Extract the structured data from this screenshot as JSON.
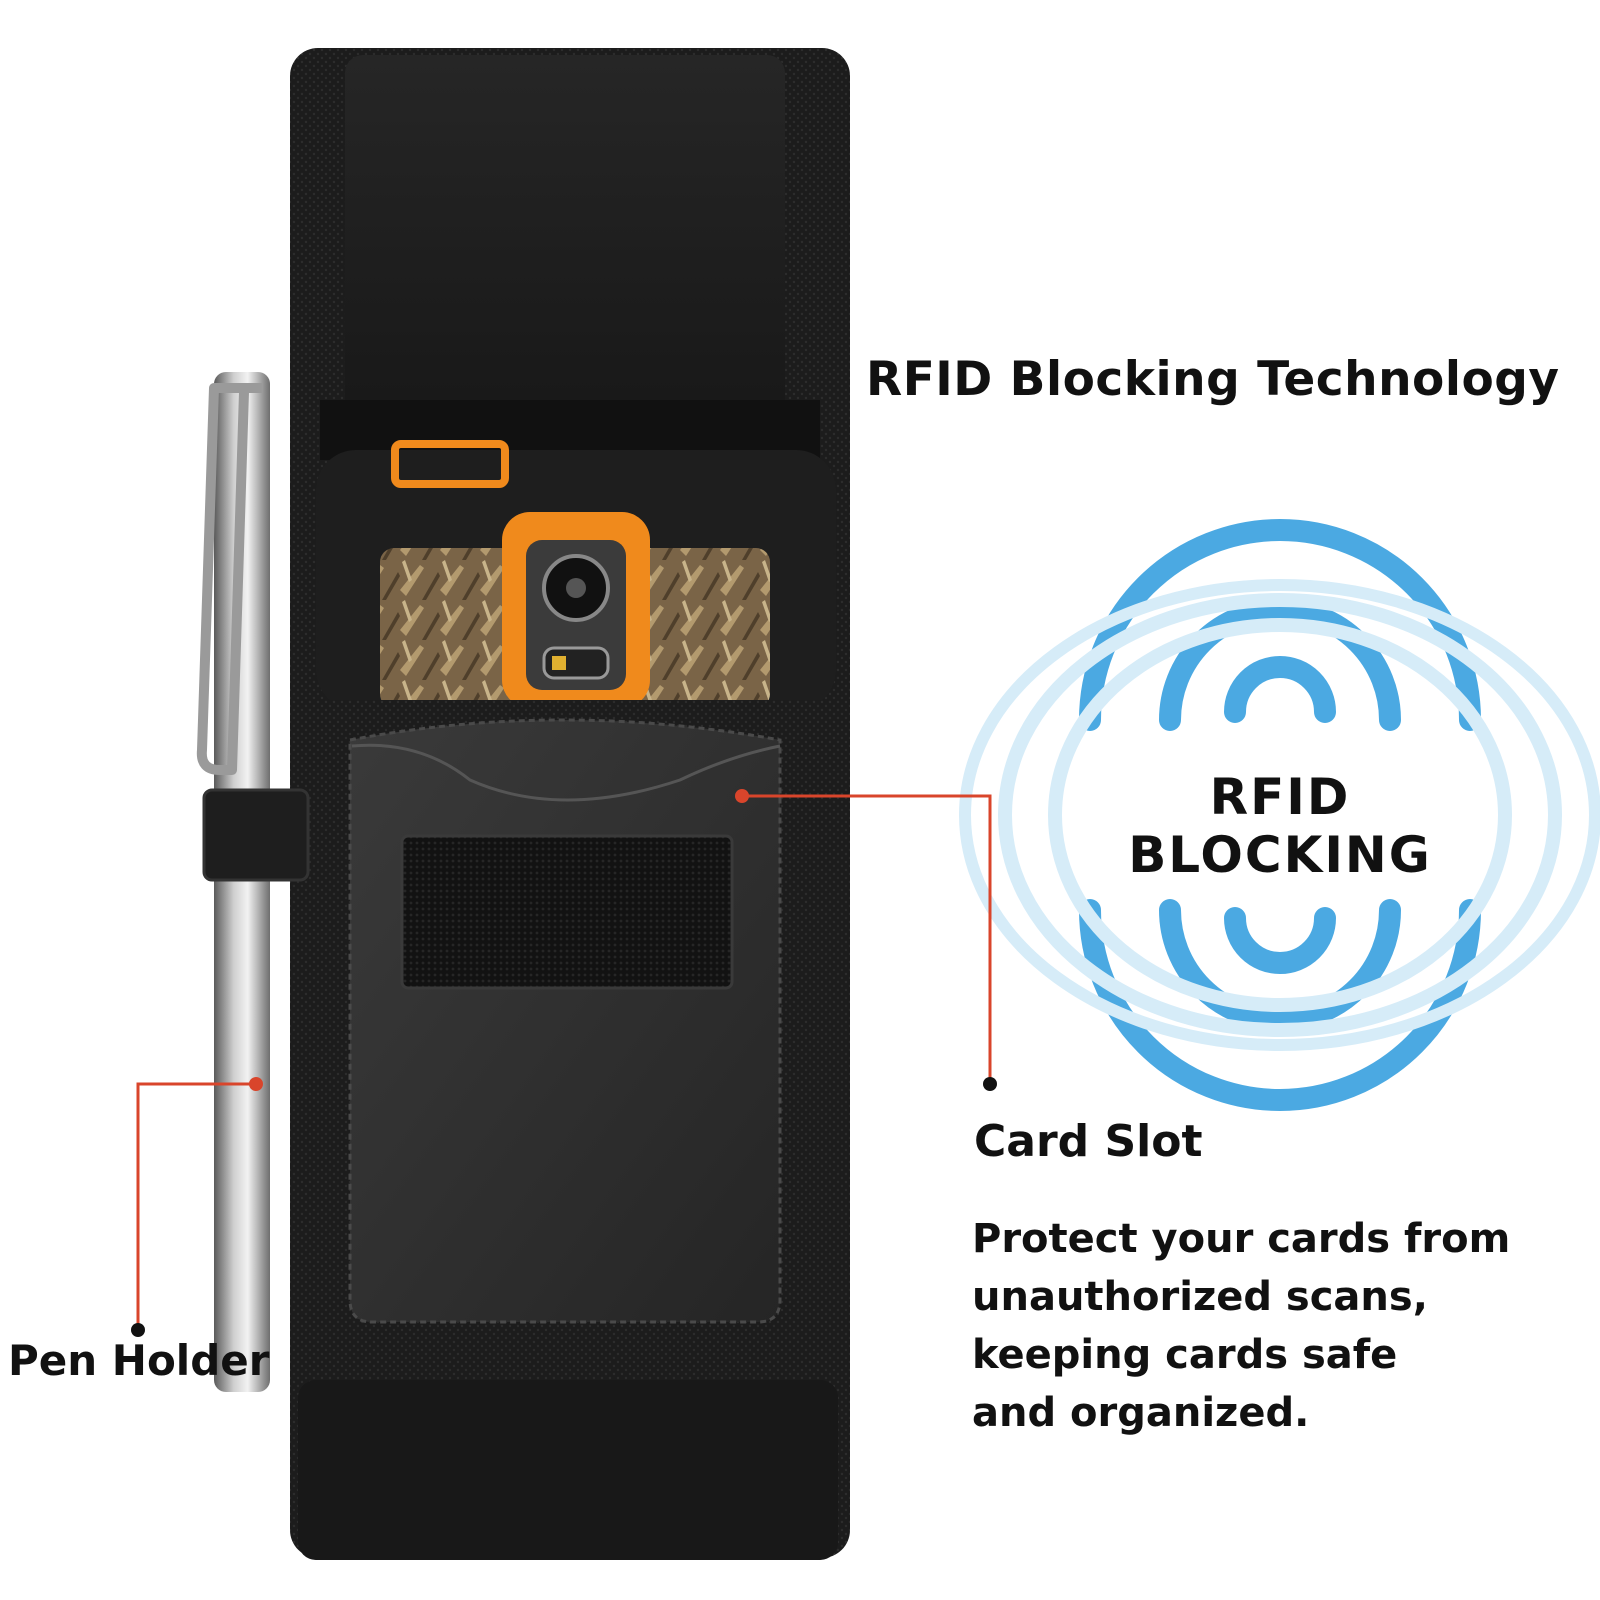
{
  "headline": "RFID Blocking Technology",
  "badge": {
    "line1": "RFID",
    "line2": "BLOCKING"
  },
  "callouts": {
    "card_slot": {
      "title": "Card Slot",
      "description": [
        "Protect your cards from",
        "unauthorized scans,",
        "keeping cards safe",
        "and organized."
      ]
    },
    "pen_holder": {
      "title": "Pen Holder"
    }
  },
  "colors": {
    "pouch": "#1b1b1b",
    "case_accent": "#f08a1c",
    "signal_strong": "#4ba9e2",
    "signal_faint": "#d6ecf8",
    "leader_line": "#d9452b"
  }
}
